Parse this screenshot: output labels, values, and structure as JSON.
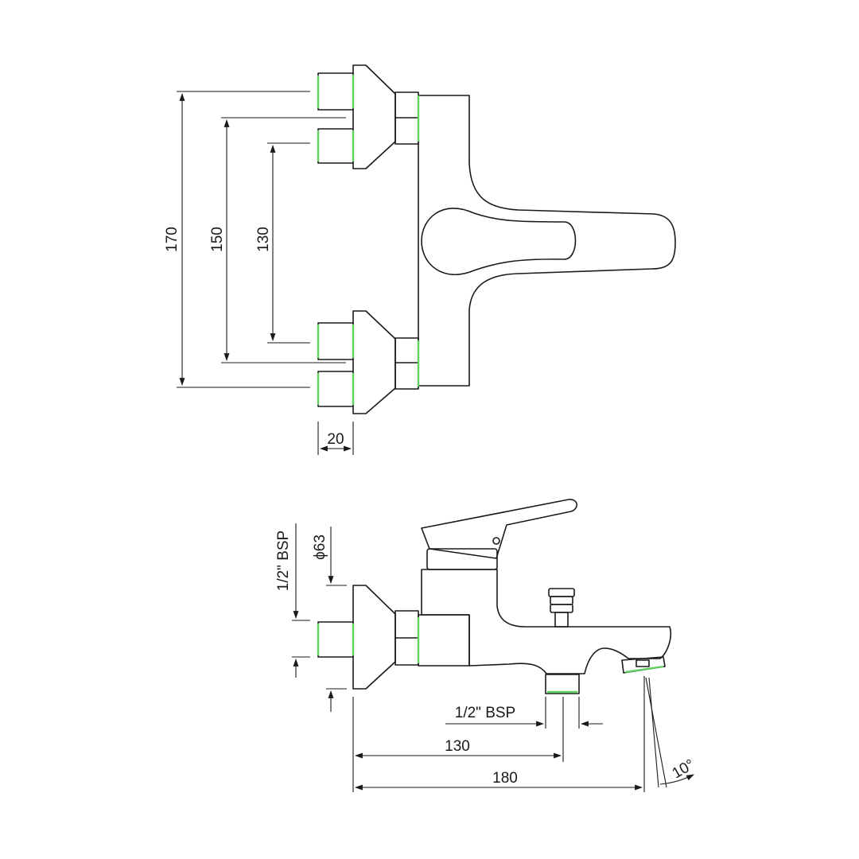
{
  "colors": {
    "line": "#1a1a1a",
    "thread": "#5fd35f",
    "background": "#ffffff"
  },
  "top_view": {
    "dim_outer": "170",
    "dim_middle": "150",
    "dim_inner": "130",
    "dim_offset": "20"
  },
  "side_view": {
    "dim_inlet_thread": "1/2\" BSP",
    "dim_diameter": "ϕ63",
    "dim_outlet_thread": "1/2\" BSP",
    "dim_outlet_distance": "130",
    "dim_total_length": "180",
    "dim_spout_angle": "10°"
  }
}
